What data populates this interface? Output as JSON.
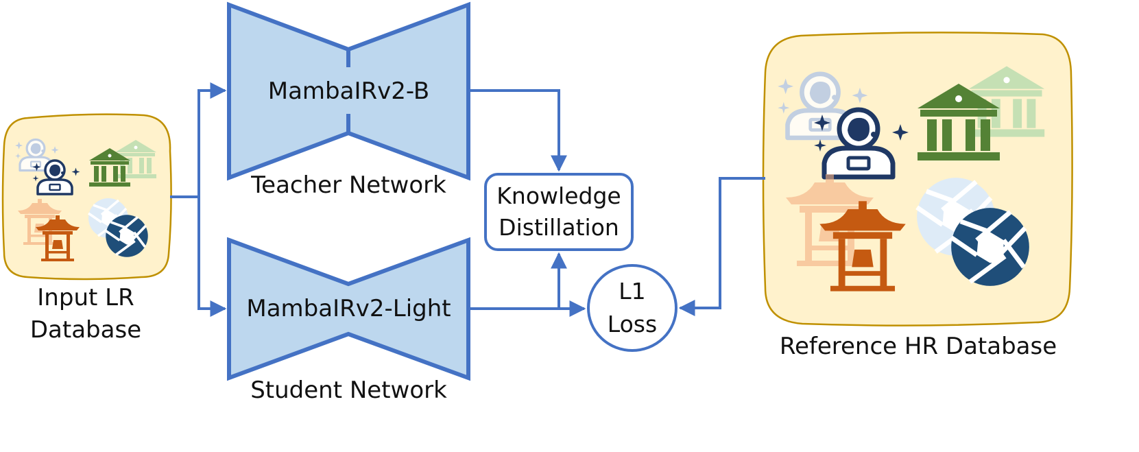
{
  "teacher": {
    "model_label": "MambaIRv2-B",
    "caption": "Teacher Network"
  },
  "student": {
    "model_label": "MambaIRv2-Light",
    "caption": "Student Network"
  },
  "distill_box": {
    "line1": "Knowledge",
    "line2": "Distillation"
  },
  "loss": {
    "line1": "L1",
    "line2": "Loss"
  },
  "input_db": {
    "line1": "Input LR",
    "line2": "Database"
  },
  "reference_db": {
    "caption": "Reference HR Database"
  },
  "colors": {
    "line": "#4472c4",
    "network_fill": "#bdd7ee",
    "db_fill": "#fff2cc",
    "db_stroke": "#bf9000",
    "navy": "#1f3864",
    "green": "#548235",
    "orange": "#c55a11",
    "blue_icon": "#1f4e79"
  },
  "icons": [
    "astronaut-icon",
    "bank-icon",
    "pagoda-icon",
    "camera-aperture-icon"
  ]
}
